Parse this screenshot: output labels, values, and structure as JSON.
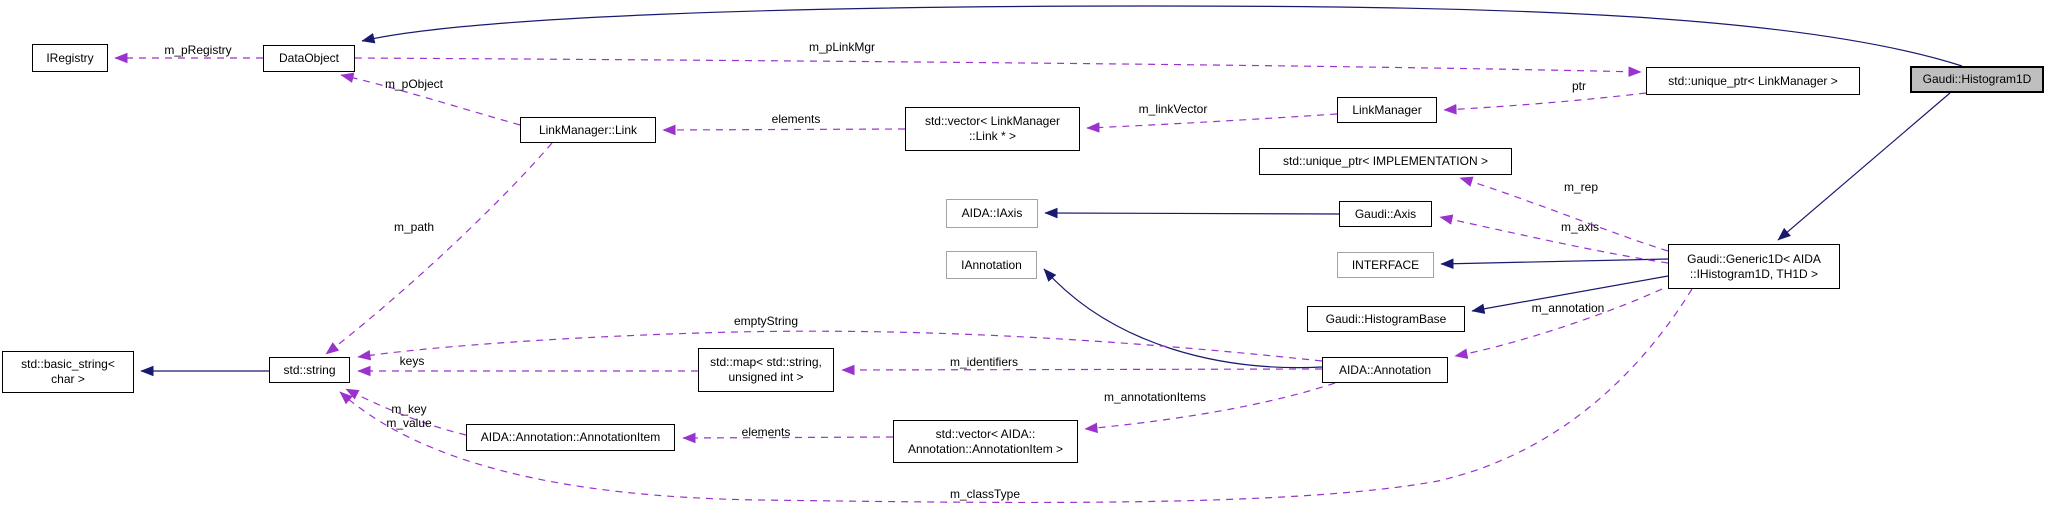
{
  "colors": {
    "inheritance_arrow": "#191970",
    "usage_arrow": "#9a32cd",
    "main_node_fill": "#bfbfbf",
    "node_fill": "#ffffff",
    "node_border": "#000000",
    "undocumented_border": "#a3a3a3"
  },
  "nodes": {
    "iregistry": {
      "label": "IRegistry"
    },
    "dataobject": {
      "label": "DataObject"
    },
    "linkmanager_link": {
      "label": "LinkManager::Link"
    },
    "vector_link": {
      "lines": [
        "std::vector< LinkManager",
        "::Link * >"
      ]
    },
    "linkmanager": {
      "label": "LinkManager"
    },
    "uptr_linkmanager": {
      "label": "std::unique_ptr< LinkManager >"
    },
    "histogram1d": {
      "label": "Gaudi::Histogram1D"
    },
    "uptr_implementation": {
      "label": "std::unique_ptr< IMPLEMENTATION >"
    },
    "gaudi_axis": {
      "label": "Gaudi::Axis"
    },
    "aida_iaxis": {
      "label": "AIDA::IAxis"
    },
    "iannotation": {
      "label": "IAnnotation"
    },
    "interface": {
      "label": "INTERFACE"
    },
    "histogrambase": {
      "label": "Gaudi::HistogramBase"
    },
    "generic1d": {
      "lines": [
        "Gaudi::Generic1D< AIDA",
        "::IHistogram1D, TH1D >"
      ]
    },
    "basic_string": {
      "lines": [
        "std::basic_string<",
        "char >"
      ]
    },
    "std_string": {
      "label": "std::string"
    },
    "std_map": {
      "lines": [
        "std::map< std::string,",
        "unsigned int >"
      ]
    },
    "aida_annotation": {
      "label": "AIDA::Annotation"
    },
    "annotationitem": {
      "label": "AIDA::Annotation::AnnotationItem"
    },
    "vector_annotationitem": {
      "lines": [
        "std::vector< AIDA::",
        "Annotation::AnnotationItem >"
      ]
    }
  },
  "edge_labels": {
    "m_pRegistry": "m_pRegistry",
    "m_pLinkMgr": "m_pLinkMgr",
    "ptr": "ptr",
    "m_linkVector": "m_linkVector",
    "elements": "elements",
    "m_pObject": "m_pObject",
    "m_path": "m_path",
    "m_rep": "m_rep",
    "m_axis": "m_axis",
    "m_annotation": "m_annotation",
    "m_identifiers": "m_identifiers",
    "emptyString": "emptyString",
    "keys": "keys",
    "m_annotationItems": "m_annotationItems",
    "m_key": "m_key",
    "m_value": "m_value",
    "m_classType": "m_classType"
  }
}
